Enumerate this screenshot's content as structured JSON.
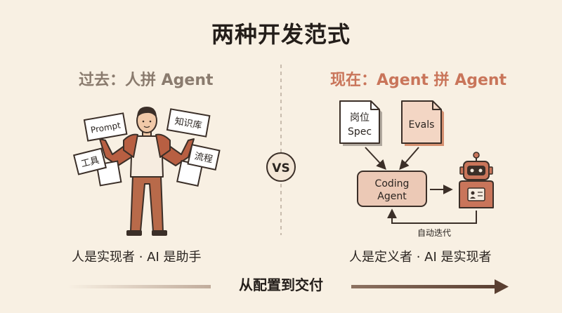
{
  "title": "两种开发范式",
  "left": {
    "heading": "过去：人拼 Agent",
    "cards": {
      "prompt": "Prompt",
      "knowledge": "知识库",
      "tools": "工具",
      "workflow": "流程"
    },
    "caption": "人是实现者 · AI 是助手"
  },
  "vs": "VS",
  "right": {
    "heading": "现在：Agent 拼 Agent",
    "doc_spec": [
      "岗位",
      "Spec"
    ],
    "doc_evals": "Evals",
    "coding_agent": [
      "Coding",
      "Agent"
    ],
    "loop_label": "自动迭代",
    "caption": "人是定义者 · AI 是实现者"
  },
  "bottom": {
    "label": "从配置到交付"
  },
  "colors": {
    "background": "#f8f0e3",
    "accent": "#c9755a",
    "human_shirt": "#b85f42",
    "human_pants": "#b86a4a",
    "agent_box": "#ecc9b6",
    "evals_doc": "#f3d6c4",
    "dark": "#3b2f28"
  },
  "icons": {
    "human": "person-icon",
    "robot": "robot-icon",
    "spec_doc": "document-icon",
    "evals_doc": "document-icon"
  }
}
